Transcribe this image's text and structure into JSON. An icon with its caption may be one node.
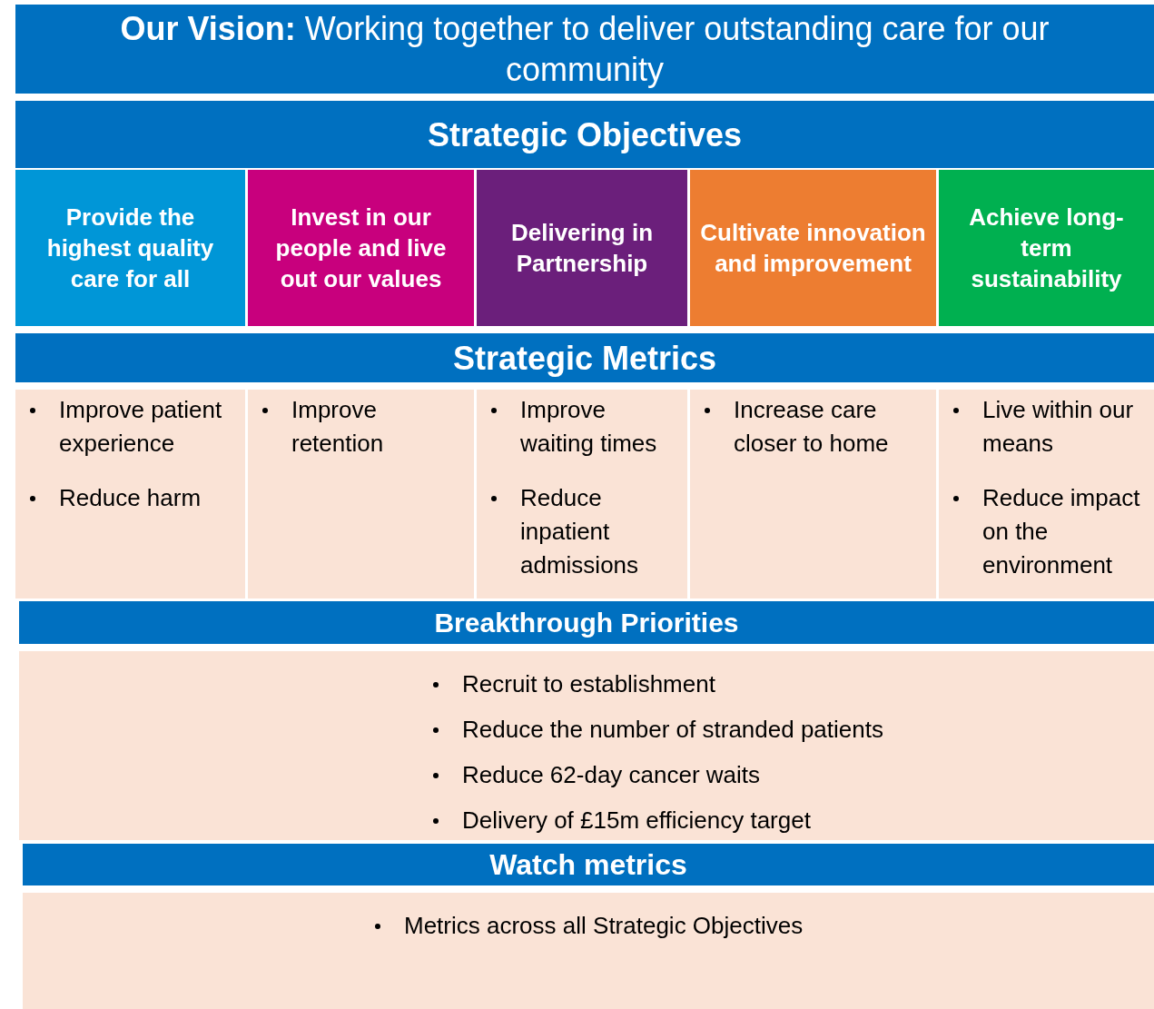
{
  "diagram": {
    "nodes": [
      {
        "text": [
          "**Our Vision:** Working together to deliver outstanding care for our community"
        ]
      },
      {
        "text": [
          "Strategic Objectives"
        ]
      },
      {
        "text": [
          "Provide the highest quality care for all"
        ]
      },
      {
        "text": [
          "Invest in our people and live out our values"
        ]
      },
      {
        "text": [
          "Delivering in Partnership"
        ]
      },
      {
        "text": [
          "Cultivate innovation and improvement"
        ]
      },
      {
        "text": [
          "Achieve long-term sustainability"
        ]
      },
      {
        "text": [
          "Strategic Metrics"
        ]
      },
      {
        "text": [
          "Improve patient experience",
          "Reduce harm"
        ]
      },
      {
        "text": [
          "Improve retention"
        ]
      },
      {
        "text": [
          "Improve waiting times",
          "Reduce inpatient admissions"
        ]
      },
      {
        "text": [
          "Increase care closer to home"
        ]
      },
      {
        "text": [
          "Live within our means",
          "Reduce impact on the environment"
        ]
      },
      {
        "text": [
          "Breakthrough Priorities"
        ]
      },
      {
        "text": [
          "Recruit to establishment",
          "Reduce the number of stranded patients",
          "Reduce 62-day cancer waits",
          "Delivery of £15m efficiency target"
        ]
      },
      {
        "text": [
          "Watch metrics"
        ]
      },
      {
        "text": [
          "Metrics across all Strategic Objectives"
        ]
      }
    ]
  }
}
